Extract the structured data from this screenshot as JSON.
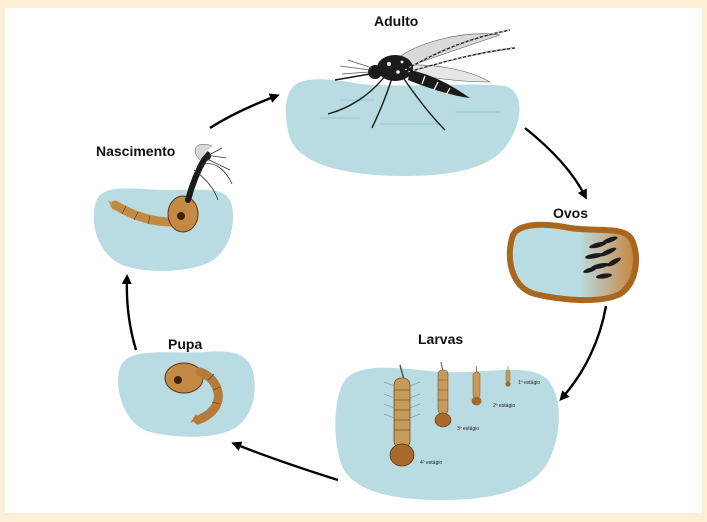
{
  "colors": {
    "background_frame": "#fcefd6",
    "panel": "#ffffff",
    "water": "#b9dce3",
    "egg_container": "#a8661f",
    "egg": "#1a1a1a",
    "arrow": "#000000",
    "larva": "#8a5a2b",
    "pupa": "#b67a3a"
  },
  "stages": {
    "adult": "Adulto",
    "eggs": "Ovos",
    "larvae": "Larvas",
    "pupa": "Pupa",
    "emergence": "Nascimento"
  },
  "larval_instars": {
    "first": "1º estágio",
    "second": "2º estágio",
    "third": "3º estágio",
    "fourth": "4º estágio"
  },
  "icons": [
    "mosquito-icon",
    "egg-cluster-icon",
    "larva-icon",
    "pupa-icon",
    "emerging-mosquito-icon",
    "cycle-arrow-icon"
  ]
}
